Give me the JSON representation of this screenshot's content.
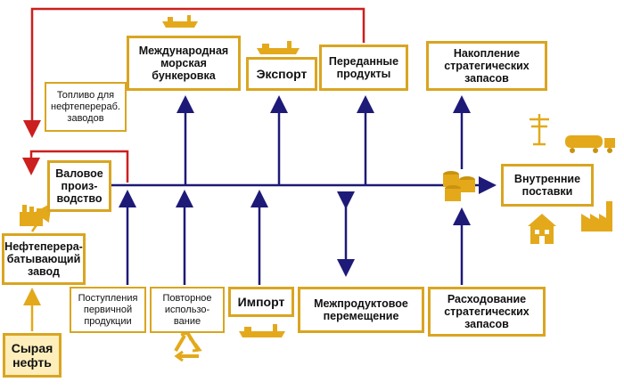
{
  "colors": {
    "box_border": "#d9a521",
    "flow_line": "#1e1a78",
    "return_line": "#cc1f1f",
    "icon_fill": "#e3a91b",
    "source_fill": "#fdeebb"
  },
  "boxes": {
    "fuel_refinery": "Топливо для\nнефтеперераб.\nзаводов",
    "bunkering": "Международная\nморская\nбункеровка",
    "export": "Экспорт",
    "transferred": "Переданные\nпродукты",
    "accumulation": "Накопление\nстратегических\nзапасов",
    "gross_production": "Валовое\nпроиз-\nводство",
    "domestic_supply": "Внутренние\nпоставки",
    "refinery": "Нефтеперера-\nбатывающий\nзавод",
    "crude_oil": "Сырая\nнефть",
    "primary_receipts": "Поступления\nпервичной\nпродукции",
    "recycling": "Повторное\nиспользо-\nвание",
    "import": "Импорт",
    "interproduct": "Межпродуктовое\nперемещение",
    "spending": "Расходование\nстратегических\nзапасов"
  },
  "icons": [
    "ship-icon",
    "ship-icon",
    "ship-icon",
    "refinery-tank-icon",
    "oil-barrels-icon",
    "power-pylon-icon",
    "tanker-truck-icon",
    "house-icon",
    "factory-icon",
    "recycle-icon"
  ]
}
